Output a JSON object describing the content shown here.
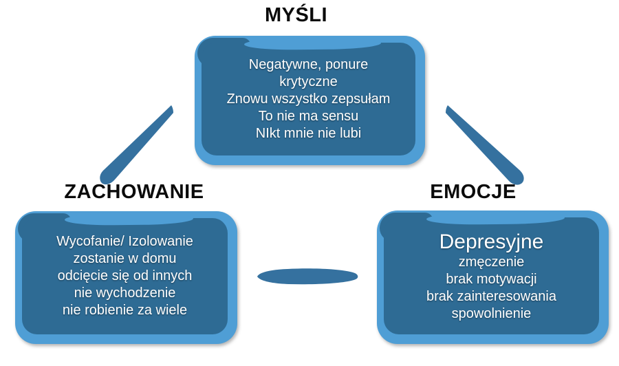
{
  "diagram": {
    "title_top": "MYŚLI",
    "title_left": "ZACHOWANIE",
    "title_right": "EMOCJE",
    "colors": {
      "box_border": "#4f9ed5",
      "box_fill": "#2e6b94",
      "connector": "#35719f",
      "title_text": "#0b0b0b",
      "body_text": "#ffffff",
      "background": "#ffffff"
    },
    "nodes": {
      "mysli": {
        "label": "MYŚLI",
        "lines": [
          "Negatywne, ponure",
          "krytyczne",
          "Znowu wszystko zepsułam",
          "To nie ma sensu",
          "NIkt mnie nie lubi"
        ]
      },
      "zachowanie": {
        "label": "ZACHOWANIE",
        "lines": [
          "Wycofanie/ Izolowanie",
          "zostanie w domu",
          "odcięcie się od innych",
          "nie wychodzenie",
          "nie robienie za wiele"
        ]
      },
      "emocje": {
        "label": "EMOCJE",
        "lead": "Depresyjne",
        "lines": [
          "zmęczenie",
          "brak motywacji",
          "brak zainteresowania",
          "spowolnienie"
        ]
      }
    },
    "connections": [
      "mysli-zachowanie",
      "mysli-emocje",
      "zachowanie-emocje"
    ]
  }
}
